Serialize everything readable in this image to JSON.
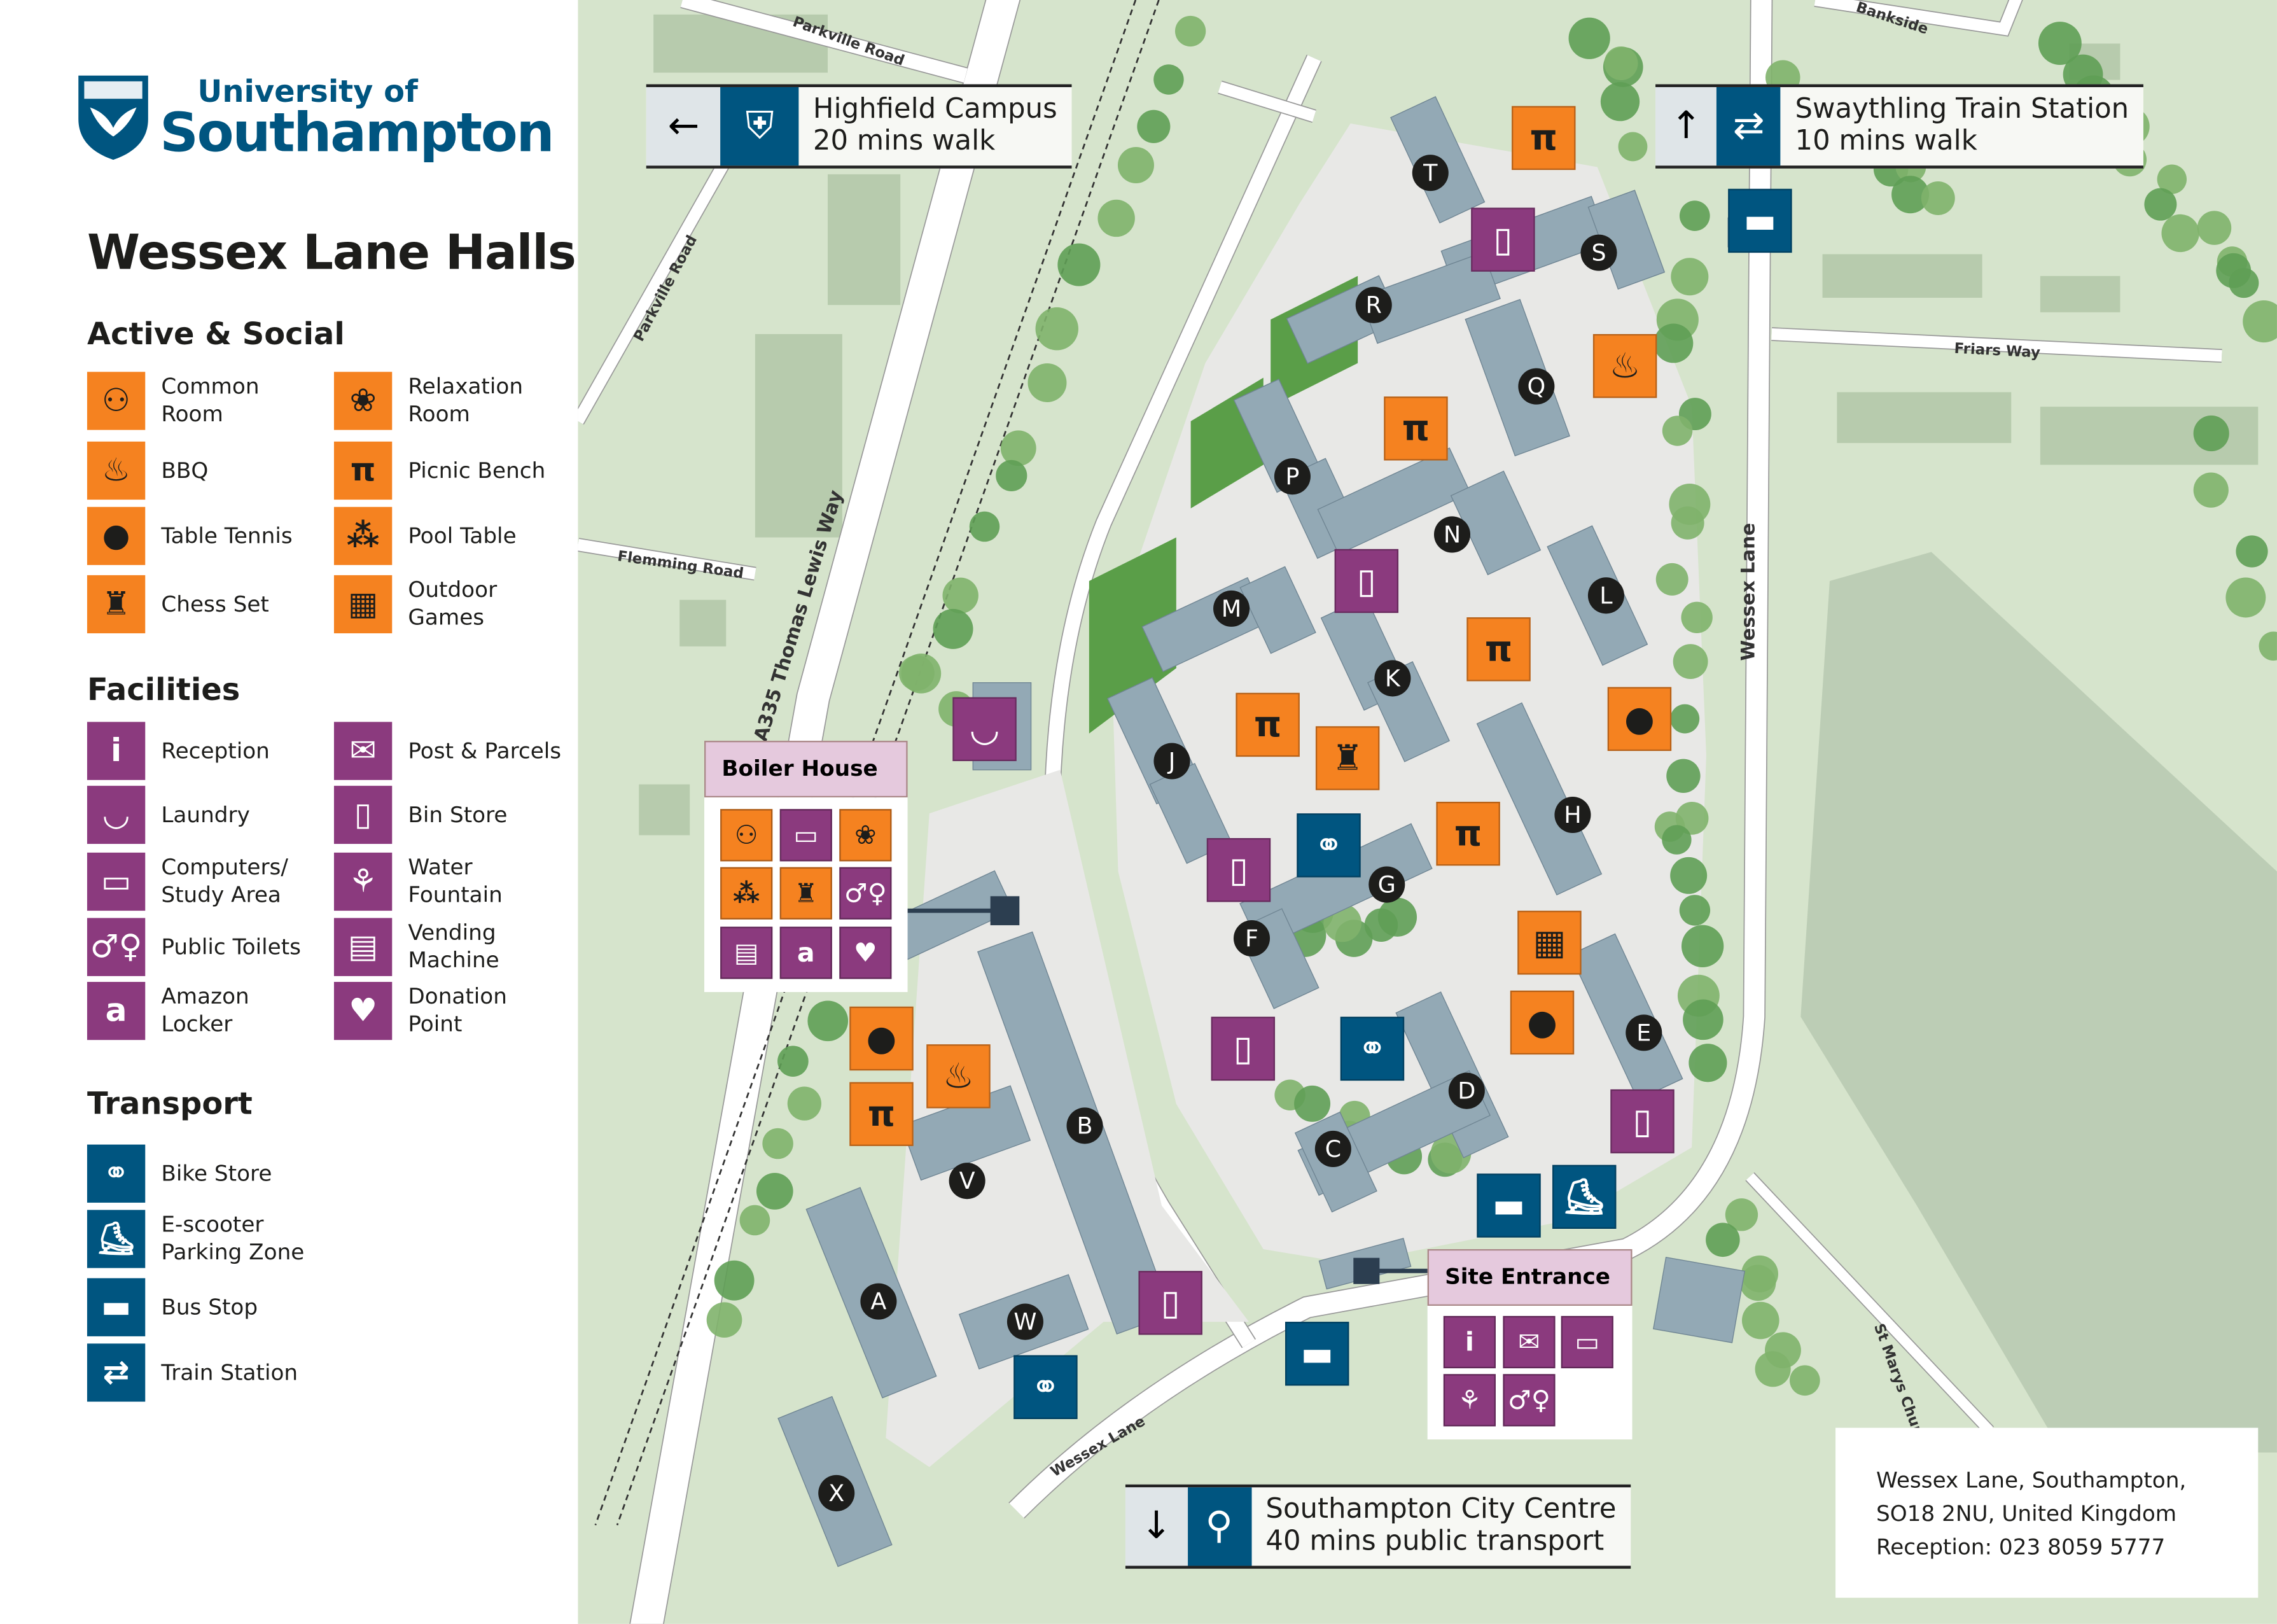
{
  "logo": {
    "line1": "University of",
    "line2": "Southampton"
  },
  "title": "Wessex Lane Halls",
  "sections": {
    "active": {
      "heading": "Active & Social",
      "items": [
        {
          "label": "Common Room",
          "icon": "common-room-icon"
        },
        {
          "label": "Relaxation Room",
          "icon": "relaxation-icon"
        },
        {
          "label": "BBQ",
          "icon": "bbq-icon"
        },
        {
          "label": "Picnic Bench",
          "icon": "picnic-bench-icon"
        },
        {
          "label": "Table Tennis",
          "icon": "table-tennis-icon"
        },
        {
          "label": "Pool Table",
          "icon": "pool-table-icon"
        },
        {
          "label": "Chess Set",
          "icon": "chess-icon"
        },
        {
          "label": "Outdoor Games",
          "icon": "outdoor-games-icon"
        }
      ]
    },
    "facilities": {
      "heading": "Facilities",
      "items": [
        {
          "label": "Reception",
          "icon": "reception-icon"
        },
        {
          "label": "Post & Parcels",
          "icon": "post-icon"
        },
        {
          "label": "Laundry",
          "icon": "laundry-icon"
        },
        {
          "label": "Bin Store",
          "icon": "bin-icon"
        },
        {
          "label": "Computers/ Study Area",
          "icon": "computer-icon"
        },
        {
          "label": "Water Fountain",
          "icon": "water-fountain-icon"
        },
        {
          "label": "Public Toilets",
          "icon": "toilets-icon"
        },
        {
          "label": "Vending Machine",
          "icon": "vending-icon"
        },
        {
          "label": "Amazon Locker",
          "icon": "amazon-icon"
        },
        {
          "label": "Donation Point",
          "icon": "donation-icon"
        }
      ]
    },
    "transport": {
      "heading": "Transport",
      "items": [
        {
          "label": "Bike Store",
          "icon": "bike-icon"
        },
        {
          "label": "E-scooter Parking Zone",
          "icon": "scooter-icon"
        },
        {
          "label": "Bus Stop",
          "icon": "bus-icon"
        },
        {
          "label": "Train Station",
          "icon": "train-icon"
        }
      ]
    }
  },
  "signs": {
    "highfield": {
      "line1": "Highfield Campus",
      "line2": "20 mins walk"
    },
    "swaythling": {
      "line1": "Swaythling Train Station",
      "line2": "10 mins walk"
    },
    "city": {
      "line1": "Southampton City Centre",
      "line2": "40 mins public transport"
    }
  },
  "boiler_house": "Boiler House",
  "site_entrance": "Site Entrance",
  "roads": [
    "Parkville Road",
    "Parkville Road",
    "Flemming Road",
    "A335 Thomas Lewis Way",
    "Wessex Lane",
    "Friars Way",
    "Bankside",
    "St Marys Church",
    "Wessex Lane"
  ],
  "buildings": [
    "T",
    "S",
    "R",
    "Q",
    "P",
    "N",
    "L",
    "M",
    "K",
    "J",
    "H",
    "G",
    "F",
    "E",
    "D",
    "C",
    "B",
    "V",
    "A",
    "W",
    "X"
  ],
  "address": {
    "line1": "Wessex Lane, Southampton,",
    "line2": "SO18 2NU, United Kingdom",
    "line3": "Reception: 023 8059 5777"
  },
  "colors": {
    "social": "#f58220",
    "facilities": "#8b3a7e",
    "transport": "#005580",
    "building": "#93a9b5",
    "grass": "#d6e4cc"
  }
}
